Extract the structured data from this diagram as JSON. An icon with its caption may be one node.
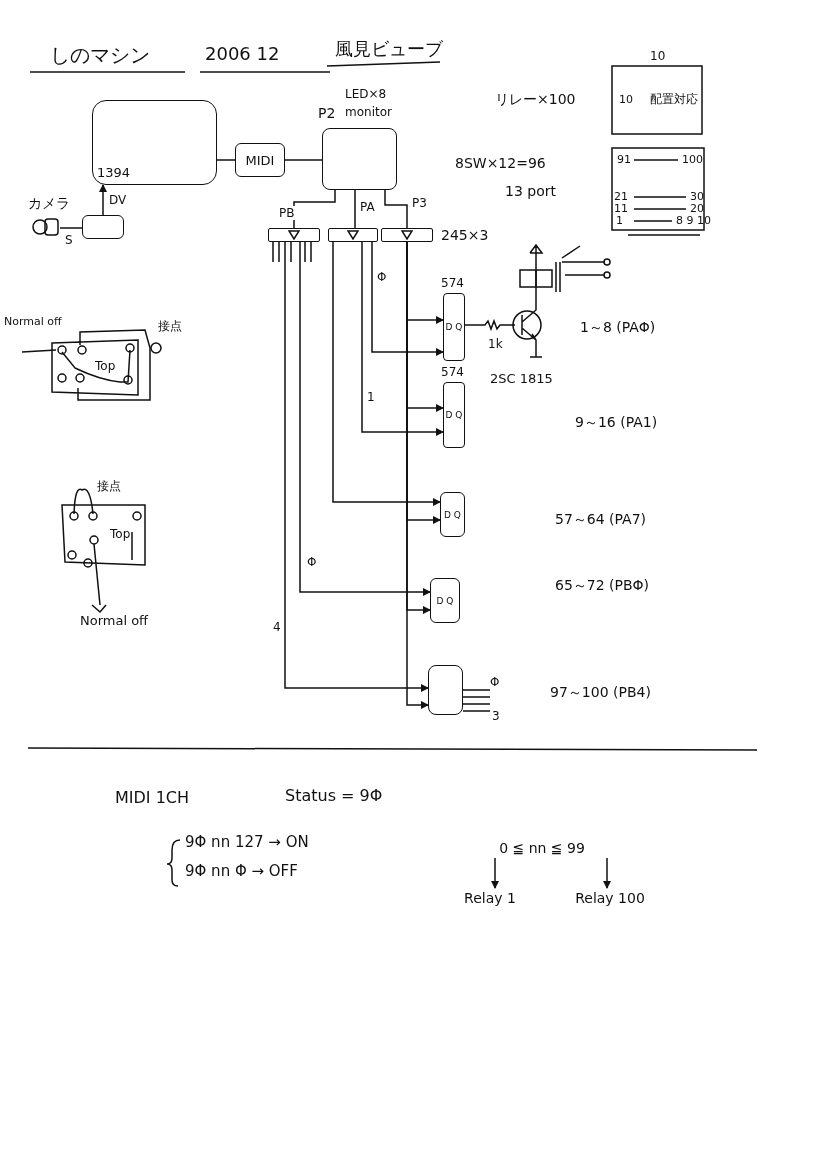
{
  "diagram": {
    "nodes": [
      {
        "text": [
          "1394"
        ]
      },
      {
        "text": [
          "MIDI"
        ]
      },
      {
        "text": [],
        "shape": "box"
      },
      {
        "text": [],
        "shape": "picture"
      },
      {
        "text": [],
        "shape": "box"
      },
      {
        "text": [],
        "shape": "box"
      },
      {
        "text": [],
        "shape": "box"
      },
      {
        "text": [],
        "shape": "box",
        "beside": [
          "245×3"
        ]
      },
      {
        "text": [
          "D Q"
        ],
        "beside": [
          "574"
        ]
      },
      {
        "text": [
          "D Q"
        ],
        "beside": [
          "574"
        ]
      },
      {
        "text": [
          "D Q"
        ]
      },
      {
        "text": [
          "D Q"
        ]
      },
      {
        "text": [],
        "shape": "box"
      },
      {
        "text": [
          "0 ≦ nn ≦ 99"
        ]
      },
      {
        "text": [
          "Relay 1"
        ]
      },
      {
        "text": [
          "Relay 100"
        ]
      }
    ],
    "edges": [
      {
        "from": 0,
        "to": 1,
        "arrow": "none"
      },
      {
        "from": 1,
        "to": 2,
        "arrow": "none"
      },
      {
        "from": 3,
        "to": 4,
        "arrow": "none",
        "label": "S"
      },
      {
        "from": 4,
        "to": 0,
        "arrow": "to",
        "label": "DV"
      },
      {
        "from": 2,
        "to": 5,
        "arrow": "none",
        "label": "PB"
      },
      {
        "from": 2,
        "to": 6,
        "arrow": "none",
        "label": "PA"
      },
      {
        "from": 2,
        "to": 7,
        "arrow": "none",
        "label": "P3"
      },
      {
        "from": 7,
        "to": 8,
        "arrow": "to"
      },
      {
        "from": 7,
        "to": 9,
        "arrow": "to"
      },
      {
        "from": 7,
        "to": 10,
        "arrow": "to"
      },
      {
        "from": 7,
        "to": 11,
        "arrow": "to"
      },
      {
        "from": 7,
        "to": 12,
        "arrow": "to"
      },
      {
        "from": 6,
        "to": 8,
        "arrow": "to",
        "label": "Φ"
      },
      {
        "from": 6,
        "to": 9,
        "arrow": "to",
        "label": "1"
      },
      {
        "from": 6,
        "to": 10,
        "arrow": "to"
      },
      {
        "from": 5,
        "to": 11,
        "arrow": "to",
        "label": "Φ"
      },
      {
        "from": 5,
        "to": 12,
        "arrow": "to",
        "label": "4"
      },
      {
        "from": 13,
        "to": 14,
        "arrow": "to"
      },
      {
        "from": 13,
        "to": 15,
        "arrow": "to"
      }
    ],
    "labels": [
      "しのマシン",
      "2006 12",
      "風見ビューブ",
      "カメラ",
      "LED×8",
      "P2",
      "monitor",
      "リレー×100",
      "8SW×12=96",
      "13 port",
      "1k",
      "2SC 1815",
      "1～8 (PAΦ)",
      "9～16 (PA1)",
      "57～64 (PA7)",
      "65～72 (PBΦ)",
      "97～100 (PB4)",
      "Φ",
      "3",
      "10",
      "10",
      "配置対応",
      "91",
      "100",
      "21",
      "30",
      "11",
      "20",
      "1",
      "8 9 10",
      "Normal off",
      "Top",
      "接点",
      "接点",
      "Top",
      "Normal off",
      "MIDI 1CH",
      "Status = 9Φ",
      "9Φ nn 127 → ON",
      "9Φ nn Φ → OFF"
    ]
  }
}
